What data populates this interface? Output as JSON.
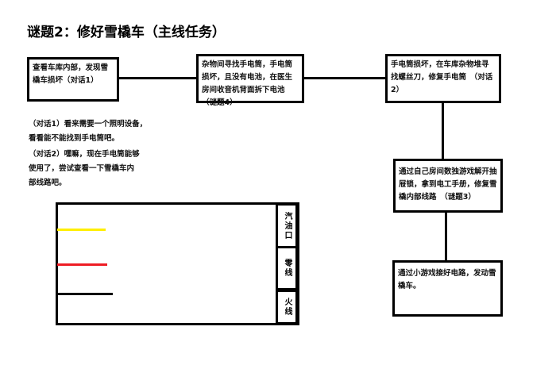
{
  "title": "谜题2：修好雪橇车（主线任务）",
  "steps": [
    {
      "text": "查看车库内部，发现雪橇车损坏（对话1）"
    },
    {
      "text": "杂物间寻找手电筒，手电筒损坏，且没有电池，在医生房间收音机背面拆下电池（谜题4）"
    },
    {
      "text": "手电筒损坏，在车库杂物堆寻找螺丝刀，修复手电筒　（对话2）"
    },
    {
      "text": "通过自己房间数独游戏解开抽屉锁，拿到电工手册，修复雪橇内部线路　（谜题3）"
    },
    {
      "text": "通过小游戏接好电路，发动雪橇车。"
    }
  ],
  "dialogues": [
    "（对话1）看来需要一个照明设备，看看能不能找到手电筒吧。",
    "（对话2）嘿嘛，现在手电筒能够使用了，尝试查看一下雪橇车内部线路吧。"
  ],
  "panel": {
    "labels": [
      "汽油口",
      "零线",
      "火线"
    ],
    "wires": [
      {
        "color": "#ffee00"
      },
      {
        "color": "#ee1c24"
      },
      {
        "color": "#000000"
      }
    ]
  }
}
